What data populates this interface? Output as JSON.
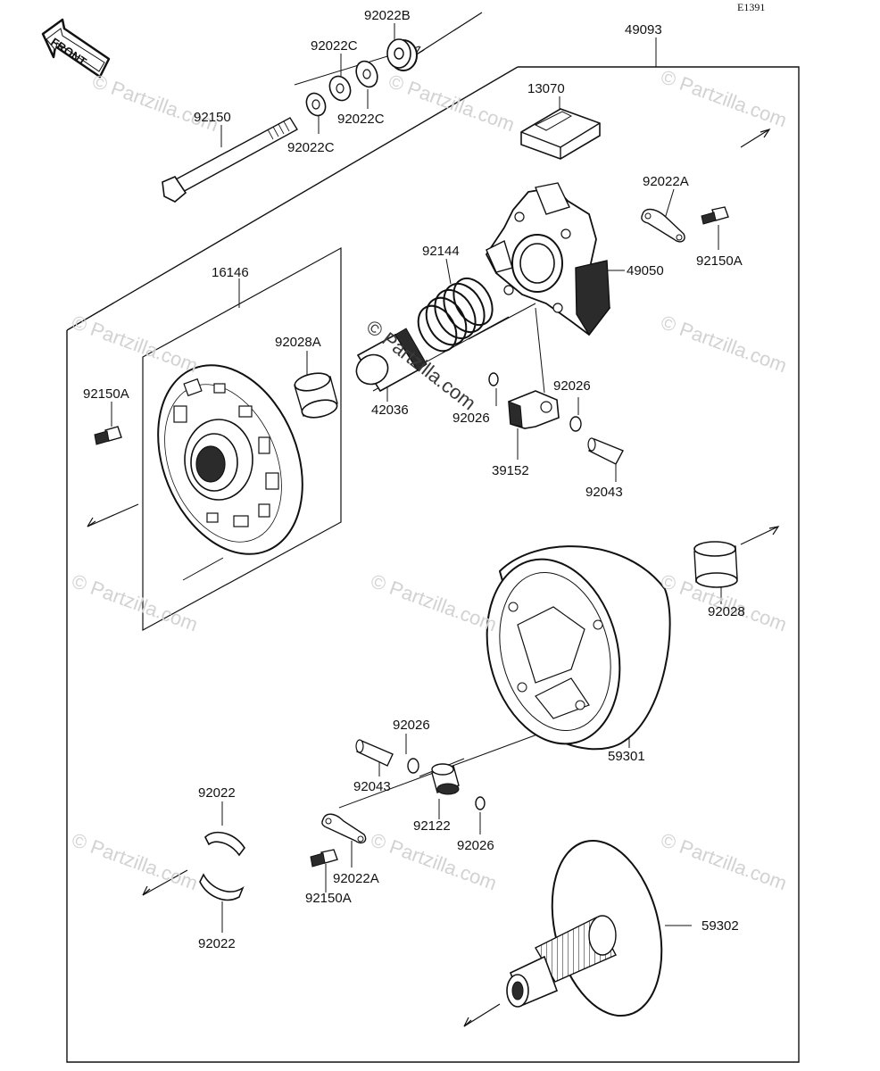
{
  "diagram": {
    "code": "E1391",
    "front_label": "FRONT",
    "watermark": "© Partzilla.com",
    "colors": {
      "line": "#111111",
      "part_fill": "#ffffff",
      "dark_fill": "#2b2b2b",
      "watermark": "#d2d2d2"
    },
    "parts": {
      "p92022B": "92022B",
      "p49093": "49093",
      "p92022C_top": "92022C",
      "p92022C_mid": "92022C",
      "p92022C_low": "92022C",
      "p13070": "13070",
      "p92150": "92150",
      "p92022A_top": "92022A",
      "p92150A_top": "92150A",
      "p92144": "92144",
      "p49050": "49050",
      "p16146": "16146",
      "p92028A": "92028A",
      "p92150A_left": "92150A",
      "p42036": "42036",
      "p92026_right": "92026",
      "p92026_mid": "92026",
      "p39152": "39152",
      "p92043_right": "92043",
      "p92028": "92028",
      "p92026_lower": "92026",
      "p59301": "59301",
      "p92043_lower": "92043",
      "p92022_top": "92022",
      "p92122": "92122",
      "p92026_bottom": "92026",
      "p92022A_bottom": "92022A",
      "p92150A_bottom": "92150A",
      "p59302": "59302",
      "p92022_bottom": "92022"
    }
  }
}
